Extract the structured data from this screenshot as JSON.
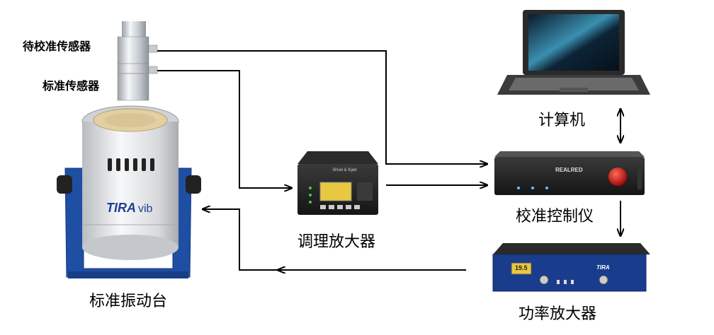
{
  "labels": {
    "sensor_test": "待校准传感器",
    "sensor_ref": "标准传感器",
    "shaker": "标准振动台",
    "conditioner": "调理放大器",
    "computer": "计算机",
    "controller": "校准控制仪",
    "power_amp": "功率放大器"
  },
  "devices": {
    "shaker_brand": "TIRA",
    "shaker_brand_suffix": "vib",
    "controller_brand": "REALRED",
    "power_amp_brand": "TIRA",
    "conditioner_brand": "Brüel & Kjær",
    "amp_display": "19.5"
  },
  "colors": {
    "arrow": "#000000",
    "shaker_base": "#1f4fa3",
    "amp_panel": "#1a3c8c",
    "controller_knob": "#d01010",
    "screen_lcd": "#e8c840"
  }
}
